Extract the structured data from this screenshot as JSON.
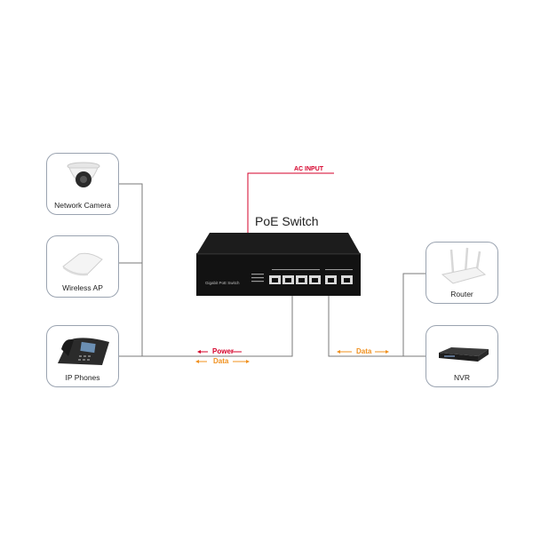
{
  "switch": {
    "title": "PoE Switch",
    "panel_label": "Gigabit PoE Switch"
  },
  "ac_input": {
    "label": "AC INPUT",
    "color": "#d6002a"
  },
  "devices_left": [
    {
      "label": "Network Camera",
      "icon": "dome-camera-icon"
    },
    {
      "label": "Wireless AP",
      "icon": "access-point-icon"
    },
    {
      "label": "IP Phones",
      "icon": "ip-phone-icon"
    }
  ],
  "devices_right": [
    {
      "label": "Router",
      "icon": "router-icon"
    },
    {
      "label": "NVR",
      "icon": "nvr-icon"
    }
  ],
  "left_link": {
    "power_label": "Power",
    "data_label": "Data"
  },
  "right_link": {
    "data_label": "Data"
  },
  "colors": {
    "power": "#d6002a",
    "data": "#f0901e",
    "line": "#7a7a7a",
    "box_border": "#9aa3b0"
  }
}
